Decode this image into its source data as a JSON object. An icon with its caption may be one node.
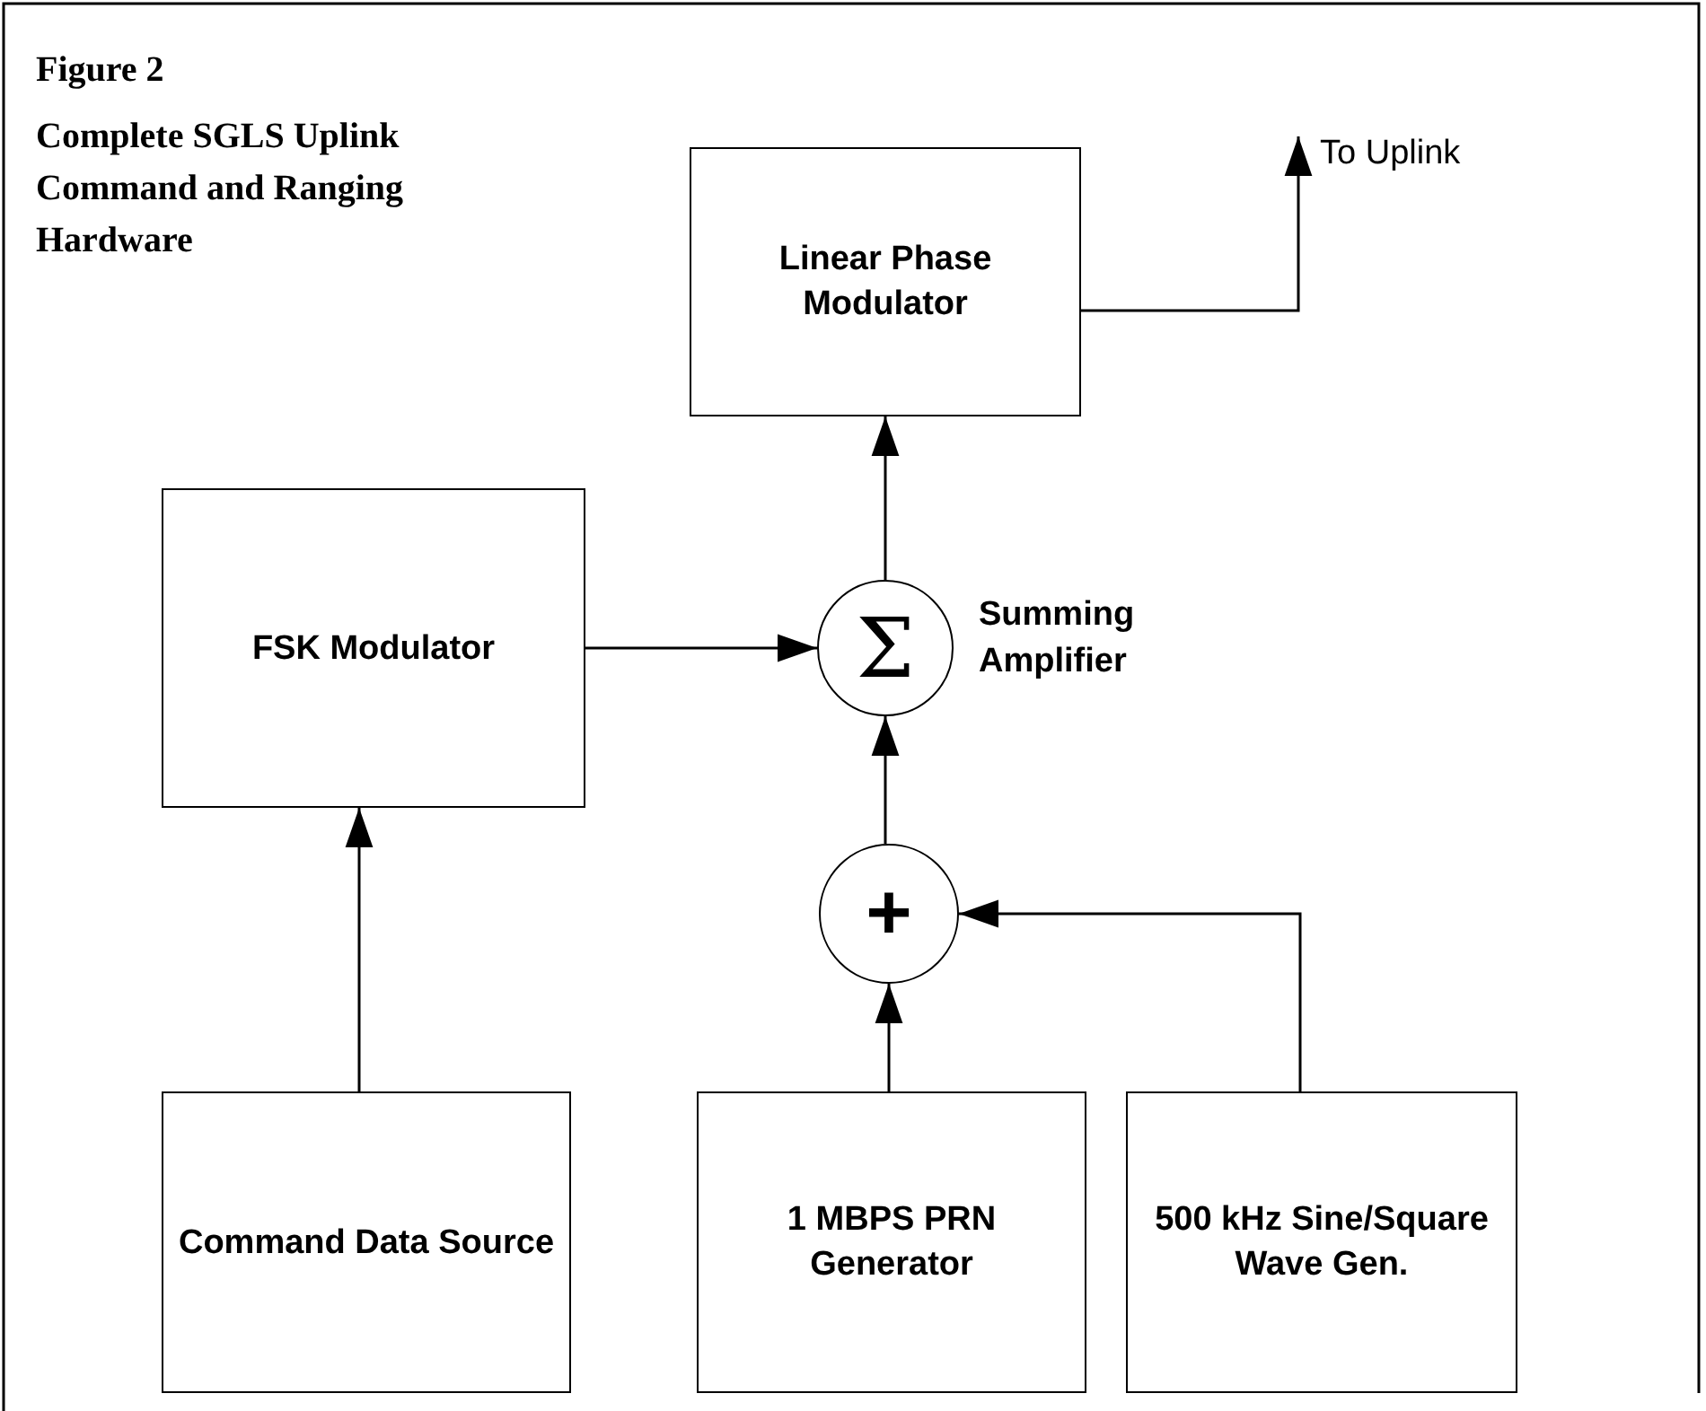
{
  "diagram": {
    "title": "Complete SGLS Uplink Command and Ranging Hardware",
    "nodes": [
      {
        "text": [
          "Linear Phase Modulator"
        ]
      },
      {
        "text": [
          "FSK Modulator"
        ]
      },
      {
        "text": [
          "Σ"
        ],
        "beside": [
          "Summing Amplifier"
        ]
      },
      {
        "text": [
          "+"
        ]
      },
      {
        "text": [
          "Command Data Source"
        ]
      },
      {
        "text": [
          "1 MBPS PRN Generator"
        ]
      },
      {
        "text": [
          "500 kHz Sine/Square Wave Gen."
        ]
      },
      {
        "text": [
          "To Uplink"
        ]
      }
    ],
    "edges": [
      {
        "from": 0,
        "to": 7,
        "arrow": "to"
      },
      {
        "from": 1,
        "to": 2,
        "arrow": "to"
      },
      {
        "from": 2,
        "to": 0,
        "arrow": "to"
      },
      {
        "from": 3,
        "to": 2,
        "arrow": "to"
      },
      {
        "from": 5,
        "to": 3,
        "arrow": "to"
      },
      {
        "from": 6,
        "to": 3,
        "arrow": "to"
      },
      {
        "from": 4,
        "to": 1,
        "arrow": "to"
      }
    ],
    "labels": [
      "Figure 2"
    ]
  }
}
